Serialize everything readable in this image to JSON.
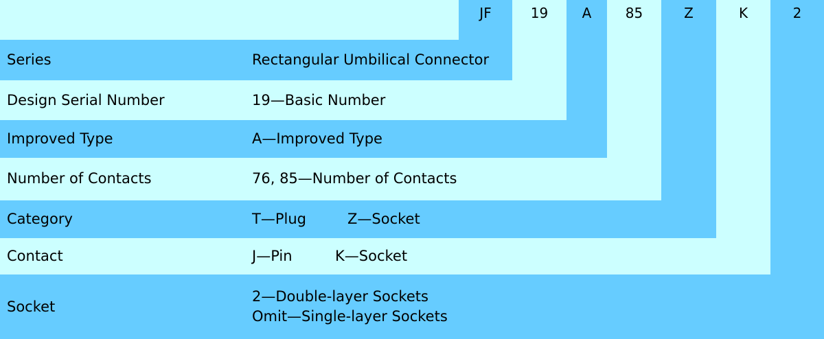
{
  "codes": [
    "JF",
    "19",
    "A",
    "85",
    "Z",
    "K",
    "2"
  ],
  "rows": [
    {
      "label": "Series",
      "desc": "Rectangular Umbilical Connector"
    },
    {
      "label": "Design Serial Number",
      "desc": "19—Basic Number"
    },
    {
      "label": "Improved Type",
      "desc": "A—Improved Type"
    },
    {
      "label": "Number of Contacts",
      "desc": "76, 85—Number of Contacts"
    },
    {
      "label": "Category",
      "desc": "T—Plug",
      "desc2": "Z—Socket"
    },
    {
      "label": "Contact",
      "desc": "J—Pin",
      "desc2": "K—Socket"
    },
    {
      "label": "Socket",
      "desc": "2—Double-layer Sockets",
      "desc_line2": "Omit—Single-layer Sockets"
    }
  ],
  "colors": {
    "dark": "#66ccff",
    "light": "#ccffff"
  }
}
